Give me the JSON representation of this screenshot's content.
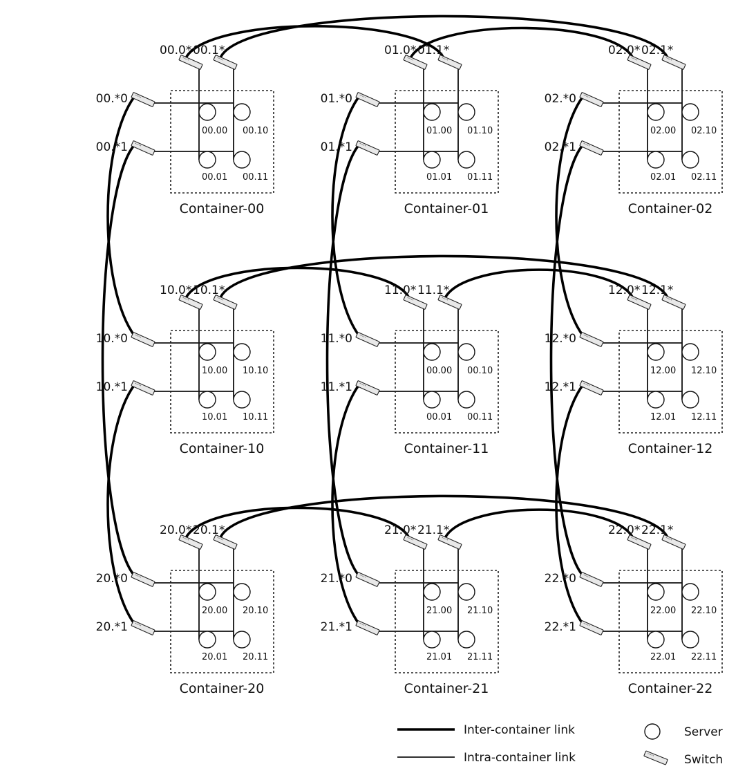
{
  "containers": [
    {
      "id": "00",
      "name": "Container-00",
      "top_switches": [
        "00.0*",
        "00.1*"
      ],
      "side_switches": [
        "00.*0",
        "00.*1"
      ],
      "servers": [
        "00.00",
        "00.10",
        "00.01",
        "00.11"
      ]
    },
    {
      "id": "01",
      "name": "Container-01",
      "top_switches": [
        "01.0*",
        "01.1*"
      ],
      "side_switches": [
        "01.*0",
        "01.*1"
      ],
      "servers": [
        "01.00",
        "01.10",
        "01.01",
        "01.11"
      ]
    },
    {
      "id": "02",
      "name": "Container-02",
      "top_switches": [
        "02.0*",
        "02.1*"
      ],
      "side_switches": [
        "02.*0",
        "02.*1"
      ],
      "servers": [
        "02.00",
        "02.10",
        "02.01",
        "02.11"
      ]
    },
    {
      "id": "10",
      "name": "Container-10",
      "top_switches": [
        "10.0*",
        "10.1*"
      ],
      "side_switches": [
        "10.*0",
        "10.*1"
      ],
      "servers": [
        "10.00",
        "10.10",
        "10.01",
        "10.11"
      ]
    },
    {
      "id": "11",
      "name": "Container-11",
      "top_switches": [
        "11.0*",
        "11.1*"
      ],
      "side_switches": [
        "11.*0",
        "11.*1"
      ],
      "servers": [
        "00.00",
        "00.10",
        "00.01",
        "00.11"
      ]
    },
    {
      "id": "12",
      "name": "Container-12",
      "top_switches": [
        "12.0*",
        "12.1*"
      ],
      "side_switches": [
        "12.*0",
        "12.*1"
      ],
      "servers": [
        "12.00",
        "12.10",
        "12.01",
        "12.11"
      ]
    },
    {
      "id": "20",
      "name": "Container-20",
      "top_switches": [
        "20.0*",
        "20.1*"
      ],
      "side_switches": [
        "20.*0",
        "20.*1"
      ],
      "servers": [
        "20.00",
        "20.10",
        "20.01",
        "20.11"
      ]
    },
    {
      "id": "21",
      "name": "Container-21",
      "top_switches": [
        "21.0*",
        "21.1*"
      ],
      "side_switches": [
        "21.*0",
        "21.*1"
      ],
      "servers": [
        "21.00",
        "21.10",
        "21.01",
        "21.11"
      ]
    },
    {
      "id": "22",
      "name": "Container-22",
      "top_switches": [
        "22.0*",
        "22.1*"
      ],
      "side_switches": [
        "22.*0",
        "22.*1"
      ],
      "servers": [
        "22.00",
        "22.10",
        "22.01",
        "22.11"
      ]
    }
  ],
  "inter_links": [
    {
      "from": "00.0*",
      "to": "01.1*"
    },
    {
      "from": "00.1*",
      "to": "02.1*"
    },
    {
      "from": "01.0*",
      "to": "02.0*"
    },
    {
      "from": "10.0*",
      "to": "11.0*"
    },
    {
      "from": "10.1*",
      "to": "12.1*"
    },
    {
      "from": "11.1*",
      "to": "12.0*"
    },
    {
      "from": "20.0*",
      "to": "21.0*"
    },
    {
      "from": "20.1*",
      "to": "22.1*"
    },
    {
      "from": "21.1*",
      "to": "22.0*"
    },
    {
      "from": "00.*0",
      "to": "10.*0"
    },
    {
      "from": "00.*1",
      "to": "20.*0"
    },
    {
      "from": "10.*1",
      "to": "20.*1"
    },
    {
      "from": "01.*0",
      "to": "11.*0"
    },
    {
      "from": "01.*1",
      "to": "21.*0"
    },
    {
      "from": "11.*1",
      "to": "21.*1"
    },
    {
      "from": "02.*0",
      "to": "12.*0"
    },
    {
      "from": "02.*1",
      "to": "22.*0"
    },
    {
      "from": "12.*1",
      "to": "22.*1"
    }
  ],
  "legend": {
    "inter_label": "Inter-container link",
    "intra_label": "Intra-container link",
    "server_label": "Server",
    "switch_label": "Switch"
  }
}
